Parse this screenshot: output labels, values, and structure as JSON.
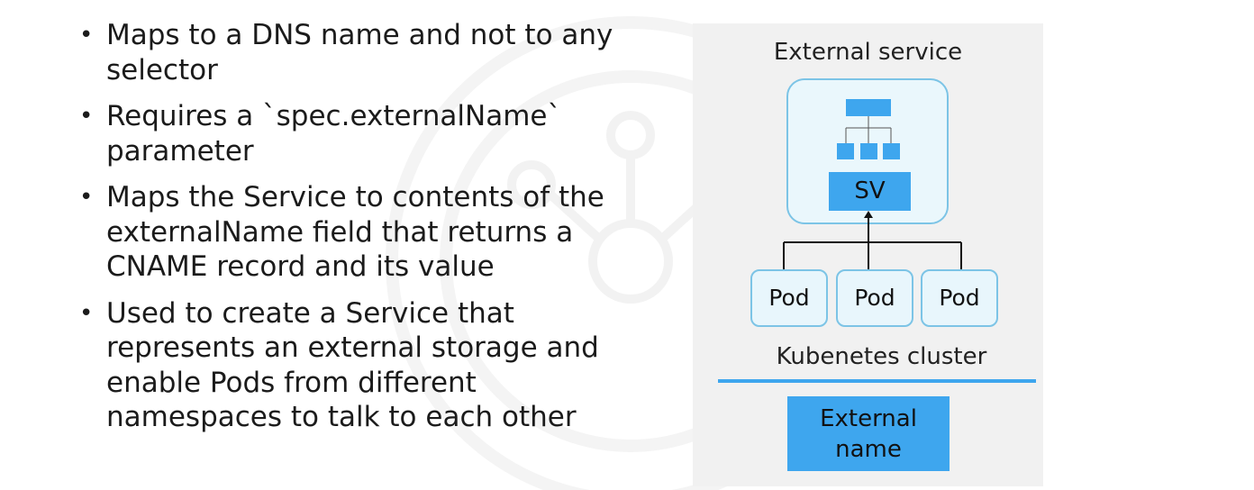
{
  "bullets": [
    {
      "text": "Maps to a DNS name and not to any\nselector"
    },
    {
      "text": "Requires a `spec.externalName`\nparameter"
    },
    {
      "text": "Maps the Service to contents of the\nexternalName field that returns a\nCNAME record and its value"
    },
    {
      "text": "Used to create a Service that\nrepresents an external storage and\nenable Pods from different\nnamespaces to talk to each other"
    }
  ],
  "bullet_glyph": "•",
  "diagram": {
    "external_service_label": "External service",
    "sv_label": "SV",
    "pods": [
      "Pod",
      "Pod",
      "Pod"
    ],
    "cluster_label": "Kubenetes cluster",
    "external_name_label": "External\nname"
  },
  "colors": {
    "accent_blue": "#3ea6ee",
    "light_blue_border": "#7cc4e6",
    "light_blue_fill": "#eaf7fc",
    "panel_bg": "#f1f1f1"
  },
  "icons": {
    "watermark": "network-graph-icon",
    "hierarchy": "org-chart-icon"
  }
}
